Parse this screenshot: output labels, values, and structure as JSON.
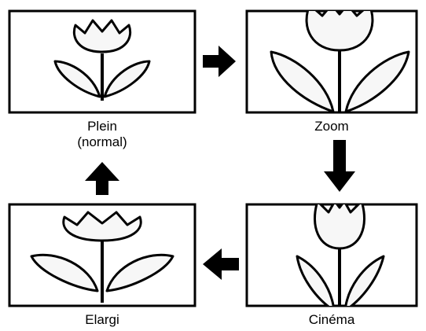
{
  "modes": [
    {
      "id": "plein",
      "label": "Plein",
      "sublabel": "(normal)"
    },
    {
      "id": "zoom",
      "label": "Zoom"
    },
    {
      "id": "cinema",
      "label": "Cinéma"
    },
    {
      "id": "elargi",
      "label": "Elargi"
    }
  ],
  "sequence": [
    "Plein",
    "Zoom",
    "Cinéma",
    "Elargi",
    "Plein"
  ],
  "colors": {
    "stroke": "#000000",
    "fill": "#f7f7f7",
    "background": "#ffffff"
  }
}
